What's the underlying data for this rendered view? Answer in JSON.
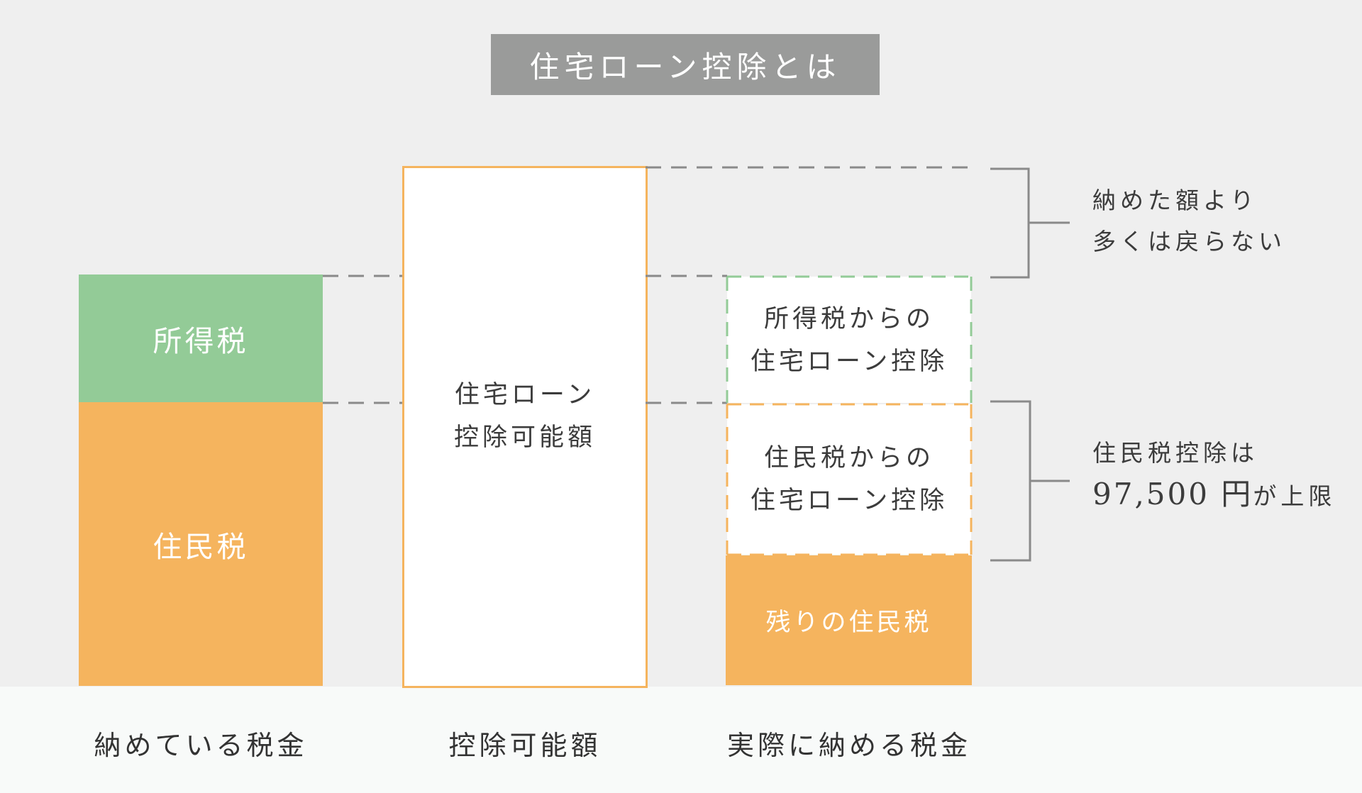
{
  "title": "住宅ローン控除とは",
  "colors": {
    "income_tax": "#93cb97",
    "resident_tax": "#f5b45e",
    "deductible_border": "#f5b45e",
    "title_bg": "#9a9b9a",
    "dashed_line": "#8a8a8a",
    "bracket": "#8a8a8a"
  },
  "columns": {
    "paid": {
      "label": "納めている税金",
      "income_tax": "所得税",
      "resident_tax": "住民税"
    },
    "deductible": {
      "label": "控除可能額",
      "text_line1": "住宅ローン",
      "text_line2": "控除可能額"
    },
    "actual": {
      "label": "実際に納める税金",
      "income_deduction_line1": "所得税からの",
      "income_deduction_line2": "住宅ローン控除",
      "resident_deduction_line1": "住民税からの",
      "resident_deduction_line2": "住宅ローン控除",
      "remaining": "残りの住民税"
    }
  },
  "notes": {
    "top_line1": "納めた額より",
    "top_line2": "多くは戻らない",
    "bottom_line1": "住民税控除は",
    "bottom_amount": "97,500 円",
    "bottom_suffix": "が上限"
  }
}
